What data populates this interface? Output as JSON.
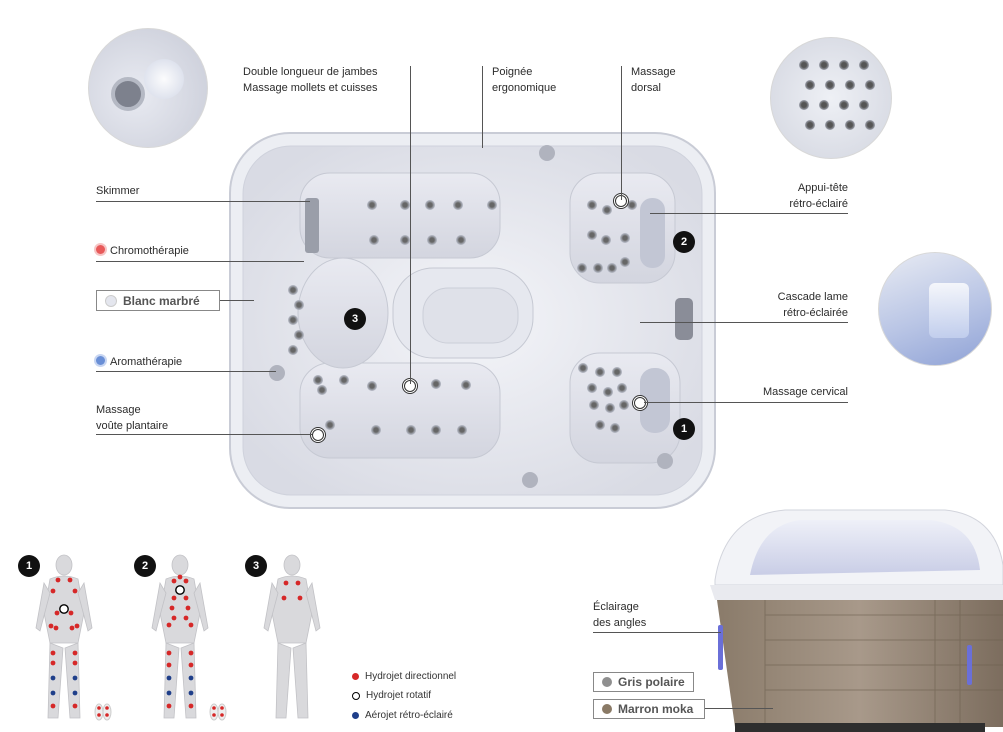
{
  "labels": {
    "double_jambes_1": "Double longueur de jambes",
    "double_jambes_2": "Massage mollets et cuisses",
    "poignee_1": "Poignée",
    "poignee_2": "ergonomique",
    "dorsal_1": "Massage",
    "dorsal_2": "dorsal",
    "skimmer": "Skimmer",
    "chromo": "Chromothérapie",
    "aroma": "Aromathérapie",
    "voute_1": "Massage",
    "voute_2": "voûte plantaire",
    "appui_1": "Appui-tête",
    "appui_2": "rétro-éclairé",
    "cascade_1": "Cascade lame",
    "cascade_2": "rétro-éclairée",
    "cervical": "Massage cervical",
    "eclairage_1": "Éclairage",
    "eclairage_2": "des angles"
  },
  "seat_numbers": [
    "1",
    "2",
    "3"
  ],
  "colors": {
    "shell": {
      "label": "Blanc marbré",
      "swatch": "#e4e6ee"
    },
    "cabinet": [
      {
        "label": "Gris polaire",
        "swatch": "#8f8f8f"
      },
      {
        "label": "Marron moka",
        "swatch": "#8a7a66"
      }
    ],
    "hydro_dir": "#d62828",
    "aero": "#1f3f8a",
    "chromo": "#e85a5a",
    "aroma": "#6a8fd6"
  },
  "legend": [
    {
      "label": "Hydrojet directionnel",
      "marker": "red-dot"
    },
    {
      "label": "Hydrojet rotatif",
      "marker": "ring"
    },
    {
      "label": "Aérojet rétro-éclairé",
      "marker": "blue-dot"
    }
  ],
  "figures": [
    {
      "number": "1"
    },
    {
      "number": "2"
    },
    {
      "number": "3"
    }
  ]
}
